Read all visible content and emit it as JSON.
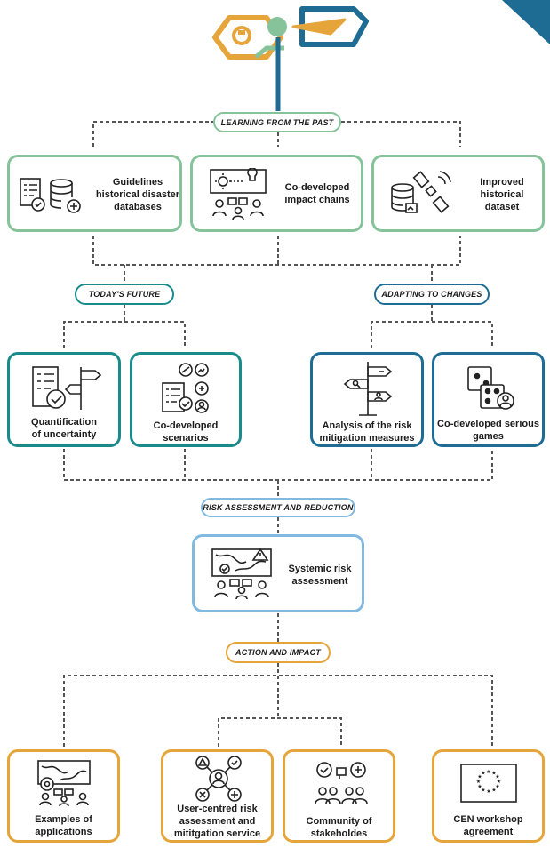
{
  "colors": {
    "green": "#86c39a",
    "teal": "#1b8a8a",
    "blue": "#1e6b93",
    "light_blue": "#82b9df",
    "orange": "#e6a53a",
    "connector": "#555555"
  },
  "sections": {
    "past": "LEARNING FROM THE PAST",
    "future": "TODAY'S FUTURE",
    "changes": "ADAPTING TO CHANGES",
    "risk": "RISK ASSESSMENT AND REDUCTION",
    "action": "ACTION AND IMPACT"
  },
  "cards": {
    "guidelines": "Guidelines\nhistorical disaster\ndatabases",
    "impact_chains": "Co-developed\nimpact chains",
    "historical_dataset": "Improved\nhistorical\ndataset",
    "uncertainty": "Quantification\nof uncertainty",
    "scenarios": "Co-developed\nscenarios",
    "mitigation": "Analysis of the risk\nmitigation measures",
    "serious_games": "Co-developed serious\ngames",
    "systemic": "Systemic risk\nassessment",
    "applications": "Examples of\napplications",
    "user_centred": "User-centred risk\nassessment and\nmititgation service",
    "community": "Community of\nstakeholdes",
    "cen": "CEN workshop\nagreement"
  }
}
